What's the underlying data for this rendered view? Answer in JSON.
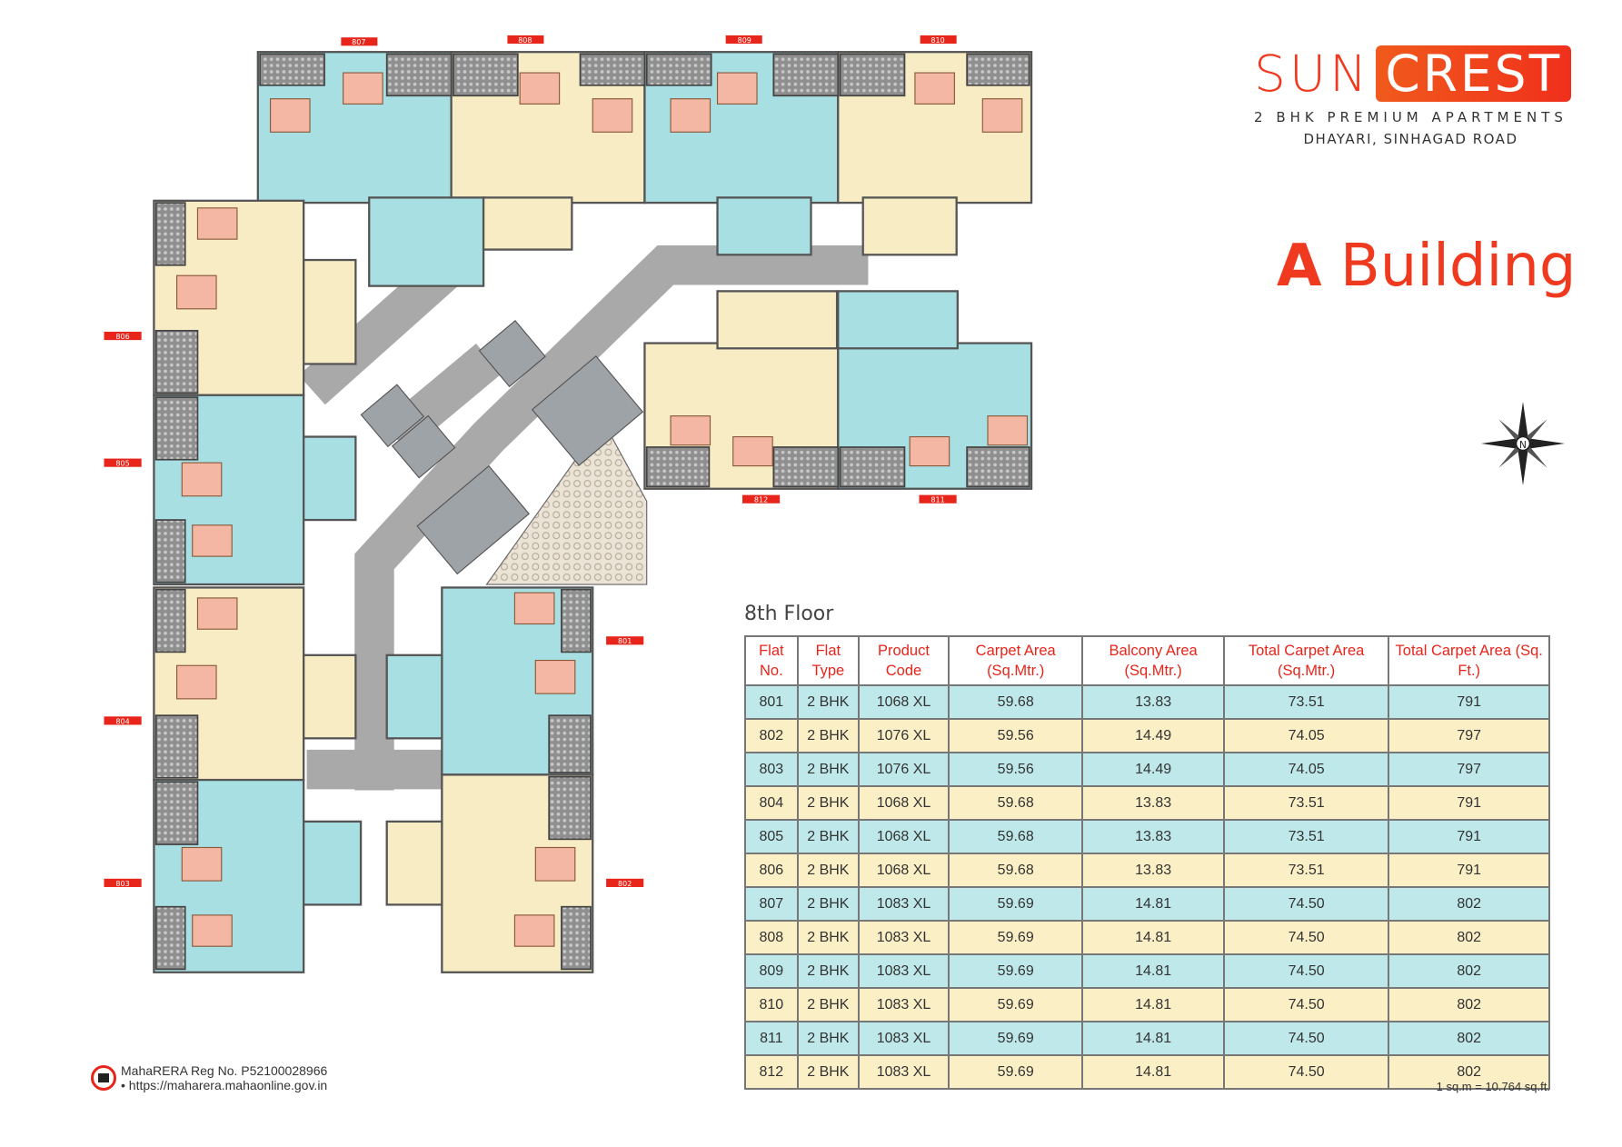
{
  "brand": {
    "name_part1": "SUN",
    "name_part2": "CREST",
    "tagline": "2 BHK PREMIUM APARTMENTS",
    "location": "DHAYARI, SINHAGAD ROAD",
    "accent_color": "#f03a1f"
  },
  "building": {
    "letter": "A",
    "word": "Building"
  },
  "plan": {
    "flat_tags": [
      "807",
      "808",
      "809",
      "810",
      "806",
      "805",
      "804",
      "803",
      "801",
      "802",
      "812",
      "811"
    ],
    "compass_letter": "N"
  },
  "table": {
    "floor_title": "8th Floor",
    "headers": [
      "Flat No.",
      "Flat Type",
      "Product Code",
      "Carpet Area (Sq.Mtr.)",
      "Balcony Area (Sq.Mtr.)",
      "Total Carpet Area (Sq.Mtr.)",
      "Total Carpet Area (Sq. Ft.)"
    ],
    "rows": [
      [
        "801",
        "2 BHK",
        "1068 XL",
        "59.68",
        "13.83",
        "73.51",
        "791"
      ],
      [
        "802",
        "2 BHK",
        "1076 XL",
        "59.56",
        "14.49",
        "74.05",
        "797"
      ],
      [
        "803",
        "2 BHK",
        "1076 XL",
        "59.56",
        "14.49",
        "74.05",
        "797"
      ],
      [
        "804",
        "2 BHK",
        "1068 XL",
        "59.68",
        "13.83",
        "73.51",
        "791"
      ],
      [
        "805",
        "2 BHK",
        "1068 XL",
        "59.68",
        "13.83",
        "73.51",
        "791"
      ],
      [
        "806",
        "2 BHK",
        "1068 XL",
        "59.68",
        "13.83",
        "73.51",
        "791"
      ],
      [
        "807",
        "2 BHK",
        "1083 XL",
        "59.69",
        "14.81",
        "74.50",
        "802"
      ],
      [
        "808",
        "2 BHK",
        "1083 XL",
        "59.69",
        "14.81",
        "74.50",
        "802"
      ],
      [
        "809",
        "2 BHK",
        "1083 XL",
        "59.69",
        "14.81",
        "74.50",
        "802"
      ],
      [
        "810",
        "2 BHK",
        "1083 XL",
        "59.69",
        "14.81",
        "74.50",
        "802"
      ],
      [
        "811",
        "2 BHK",
        "1083 XL",
        "59.69",
        "14.81",
        "74.50",
        "802"
      ],
      [
        "812",
        "2 BHK",
        "1083 XL",
        "59.69",
        "14.81",
        "74.50",
        "802"
      ]
    ],
    "conversion_note": "1 sq.m = 10.764 sq.ft."
  },
  "footer": {
    "rera": "MahaRERA Reg No. P52100028966",
    "url": "• https://maharera.mahaonline.gov.in"
  }
}
